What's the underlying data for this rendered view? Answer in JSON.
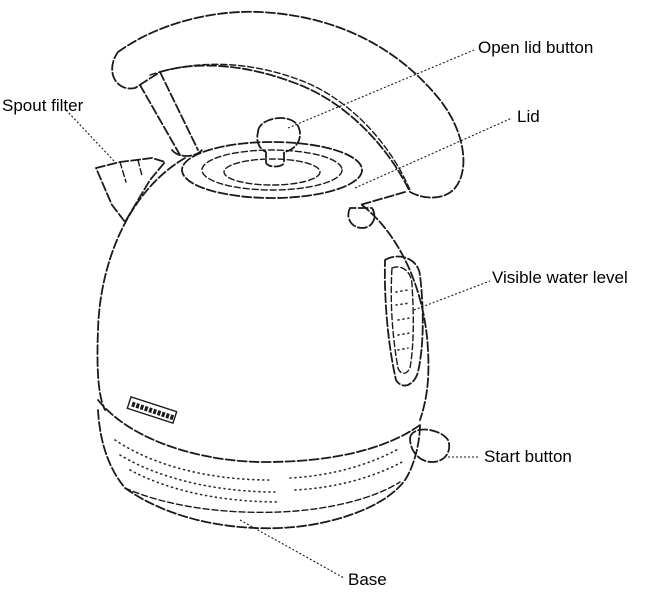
{
  "labels": {
    "open_lid_button": "Open lid button",
    "lid": "Lid",
    "spout_filter": "Spout filter",
    "visible_water_level": "Visible water level",
    "start_button": "Start button",
    "base": "Base"
  },
  "colors": {
    "ink": "#1a1a1a",
    "background": "#ffffff"
  }
}
